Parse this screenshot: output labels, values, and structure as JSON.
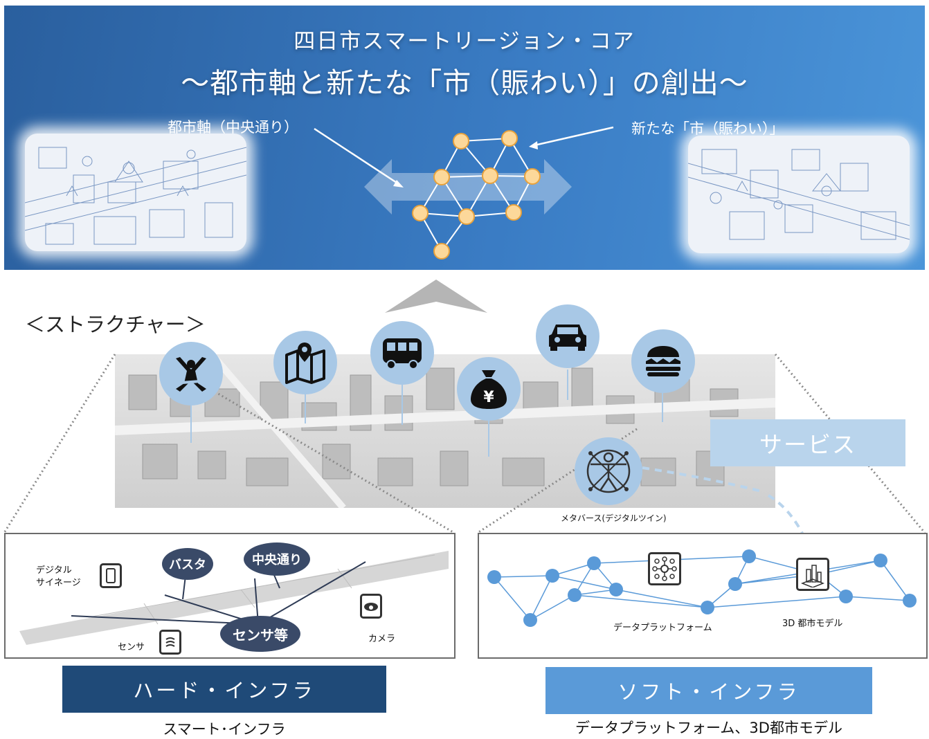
{
  "banner": {
    "title_line1": "四日市スマートリージョン・コア",
    "title_line2": "～都市軸と新たな「市（賑わい）」の創出～",
    "label_left": "都市軸（中央通り）",
    "label_right": "新たな「市（賑わい）」"
  },
  "structure": {
    "label": "＜ストラクチャー＞",
    "service_label": "サービス",
    "metaverse_label": "メタバース(デジタルツイン)",
    "icons": [
      "disaster-icon",
      "map-icon",
      "bus-icon",
      "money-bag-icon",
      "car-icon",
      "hamburger-icon",
      "metaverse-icon"
    ]
  },
  "hard": {
    "digital_signage": "デジタル\nサイネージ",
    "sensor": "センサ",
    "camera": "カメラ",
    "oval_busta": "バスタ",
    "oval_chuo": "中央通り",
    "oval_sensor": "センサ等",
    "title": "ハード・インフラ",
    "caption": "スマート･インフラ"
  },
  "soft": {
    "data_platform": "データプラットフォーム",
    "city_model": "3D 都市モデル",
    "title": "ソフト・インフラ",
    "caption": "データプラットフォーム、3D都市モデル"
  },
  "colors": {
    "banner": "#3a7cc4",
    "node": "#fbd38d",
    "hard_title_bg": "#1f4a78",
    "soft_title_bg": "#5a9ad8",
    "service_bg": "#b9d4ec",
    "icon_circle": "#a8c8e6"
  }
}
